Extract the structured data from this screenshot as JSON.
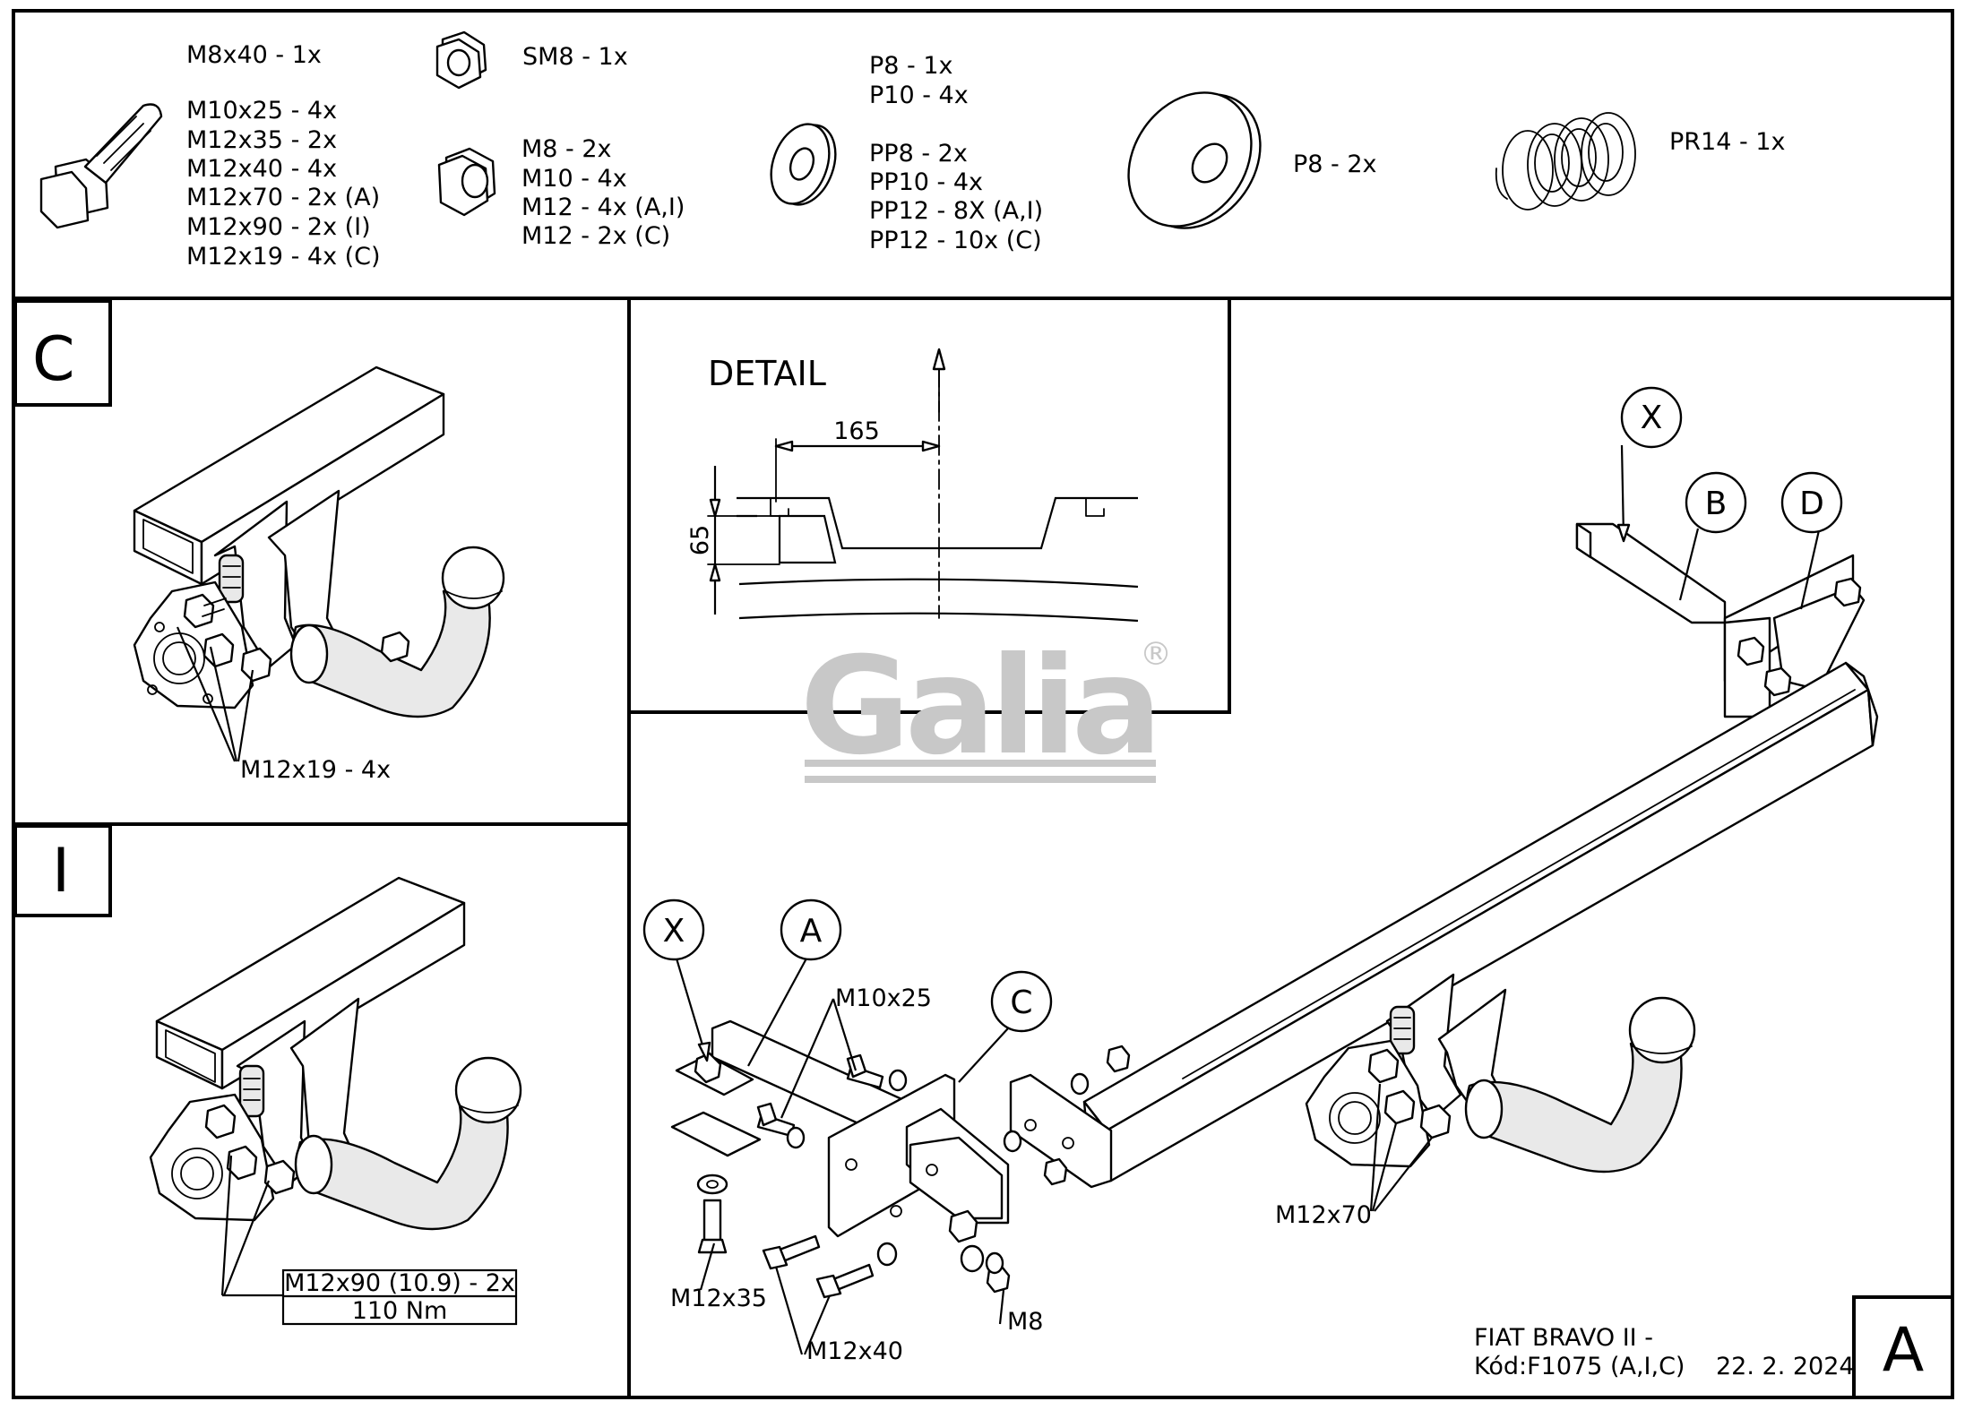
{
  "parts": {
    "bolts": [
      "M8x40 - 1x",
      "M10x25 - 4x",
      "M12x35 - 2x",
      "M12x40 - 4x",
      "M12x70 - 2x (A)",
      "M12x90 - 2x (I)",
      "M12x19 - 4x (C)"
    ],
    "self_locking_nut": "SM8 - 1x",
    "nuts": [
      "M8 - 2x",
      "M10 - 4x",
      "M12 - 4x (A,I)",
      "M12 - 2x (C)"
    ],
    "washers_p": [
      "P8 - 1x",
      "P10 - 4x"
    ],
    "washers_pp": [
      "PP8 - 2x",
      "PP10 - 4x",
      "PP12 - 8X (A,I)",
      "PP12 - 10x (C)"
    ],
    "large_washer": "P8 - 2x",
    "spring": "PR14 - 1x"
  },
  "panel_c": {
    "letter": "C",
    "callout": "M12x19 - 4x"
  },
  "panel_i": {
    "letter": "I",
    "callout_line1": "M12x90 (10.9) - 2x",
    "callout_line2": "110 Nm"
  },
  "detail": {
    "title": "DETAIL",
    "dim_width": "165",
    "dim_height": "65"
  },
  "watermark": {
    "brand": "Galia",
    "mark": "®"
  },
  "main": {
    "circle_x1": "X",
    "circle_b": "B",
    "circle_d": "D",
    "circle_x2": "X",
    "circle_a": "A",
    "circle_c": "C",
    "label_m10x25": "M10x25",
    "label_m12x70": "M12x70",
    "label_m12x35": "M12x35",
    "label_m12x40": "M12x40",
    "label_m8": "M8"
  },
  "title_block": {
    "model": "FIAT BRAVO II -",
    "code": "Kód:F1075 (A,I,C)",
    "date": "22. 2. 2024",
    "sheet_letter": "A"
  }
}
